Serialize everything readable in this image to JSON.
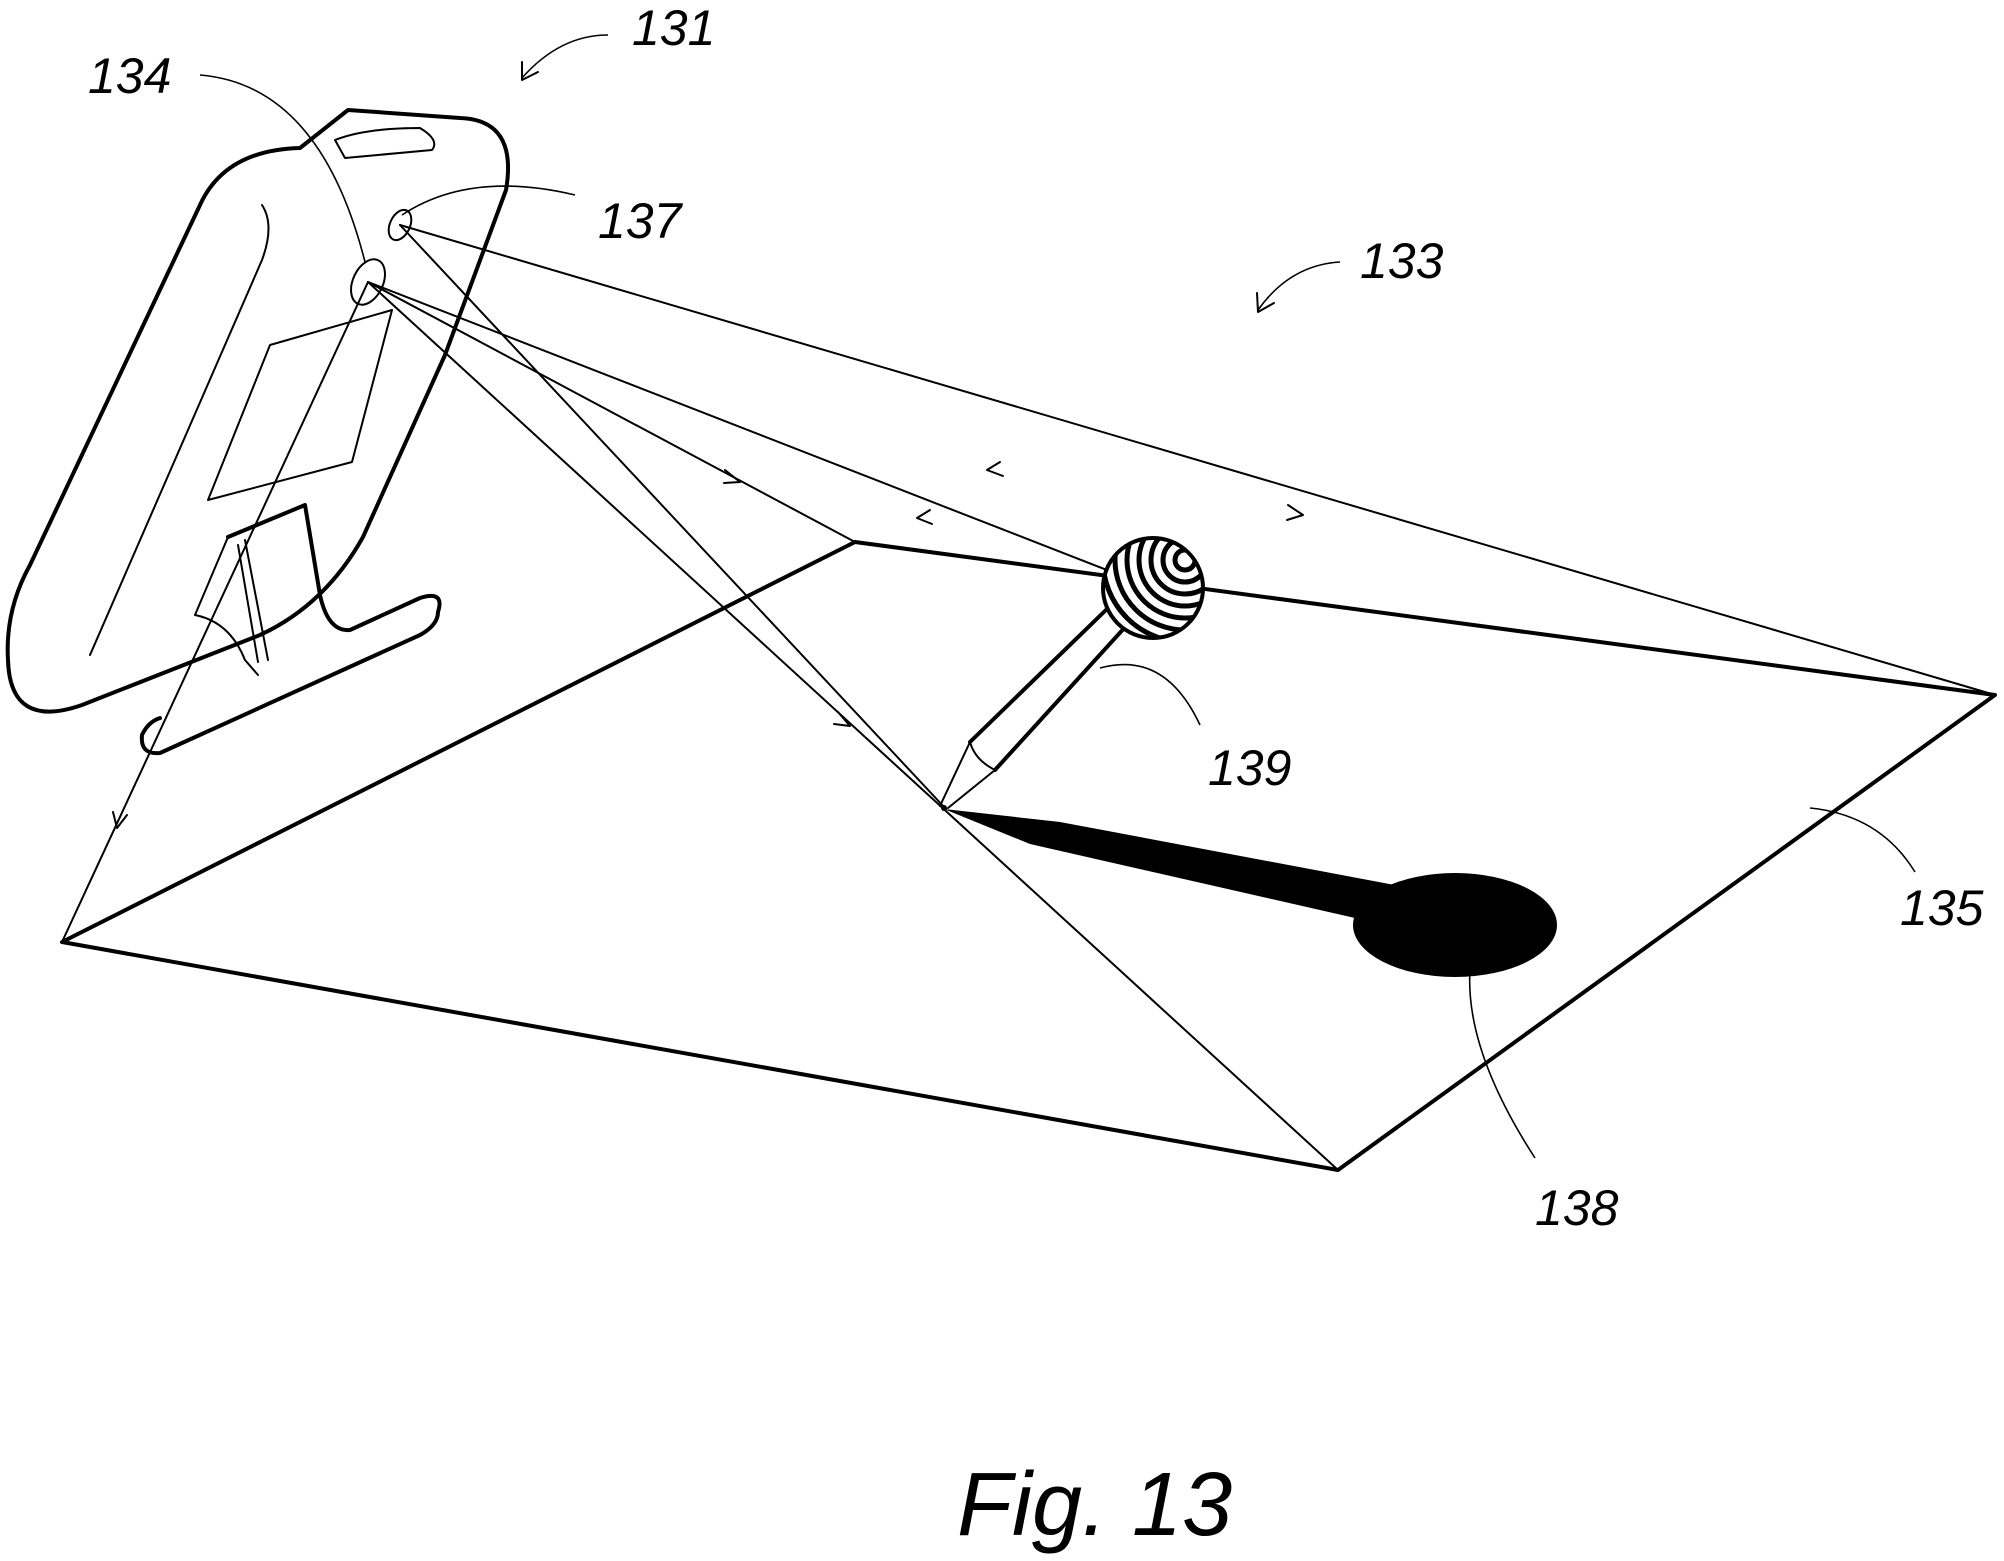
{
  "figure": {
    "caption": "Fig. 13",
    "reference_numerals": {
      "device": "131",
      "camera_lens": "134",
      "projector_lens": "137",
      "interaction_zone": "133",
      "projection_surface": "135",
      "projected_shadow": "138",
      "stylus": "139"
    }
  },
  "colors": {
    "ink": "#000000",
    "paper": "#ffffff"
  }
}
